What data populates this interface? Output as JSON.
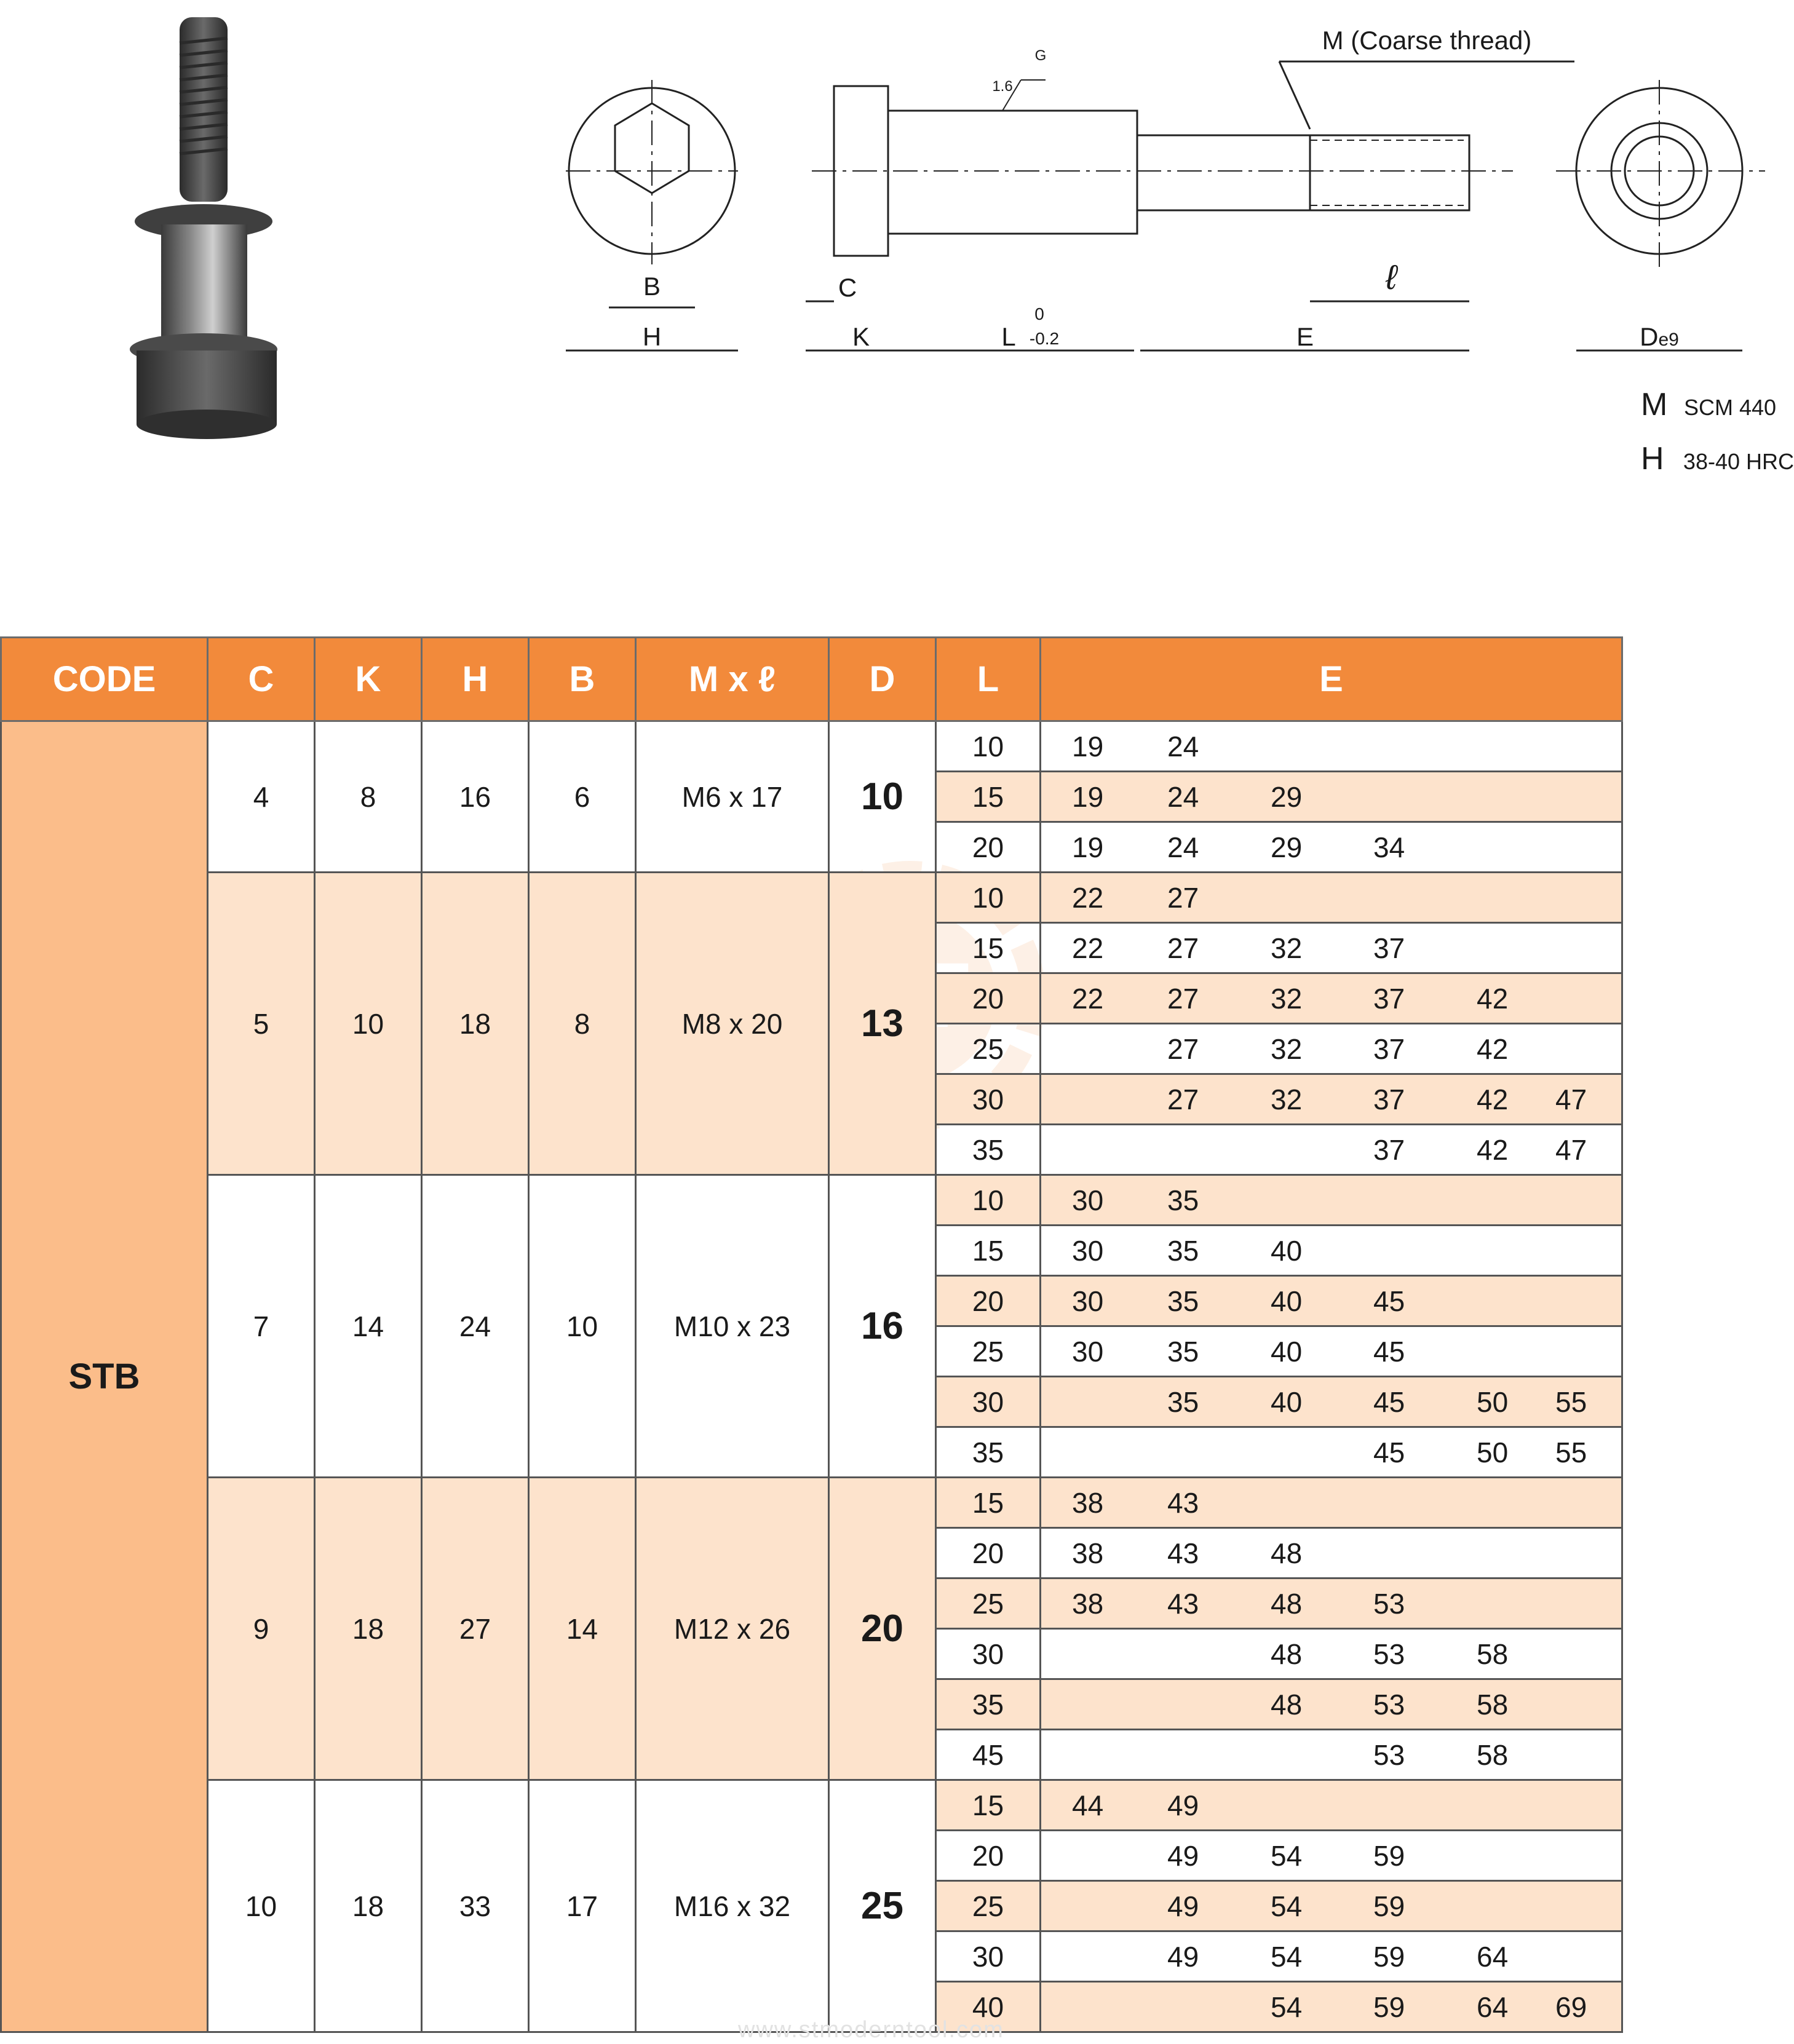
{
  "drawing": {
    "labels": {
      "thread_note": "M (Coarse thread)",
      "roughness_value": "1.6",
      "roughness_symbol": "G",
      "dim_B": "B",
      "dim_H": "H",
      "dim_C": "C",
      "dim_K": "K",
      "dim_L": "L",
      "tol_upper": "0",
      "tol_lower": "-0.2",
      "dim_E": "E",
      "dim_l": "ℓ",
      "dim_D": "D",
      "dim_D_sub": "e9"
    }
  },
  "material": [
    {
      "key": "M",
      "value": "SCM  440"
    },
    {
      "key": "H",
      "value": "38-40  HRC"
    }
  ],
  "table": {
    "headers": [
      "CODE",
      "C",
      "K",
      "H",
      "B",
      "M x ℓ",
      "D",
      "L",
      "E"
    ],
    "code": "STB",
    "groups": [
      {
        "C": "4",
        "K": "8",
        "H": "16",
        "B": "6",
        "M": "M6  x  17",
        "D": "10",
        "rows": [
          {
            "L": "10",
            "E": [
              "19",
              "24",
              "",
              "",
              "",
              ""
            ]
          },
          {
            "L": "15",
            "E": [
              "19",
              "24",
              "29",
              "",
              "",
              ""
            ]
          },
          {
            "L": "20",
            "E": [
              "19",
              "24",
              "29",
              "34",
              "",
              ""
            ]
          }
        ]
      },
      {
        "C": "5",
        "K": "10",
        "H": "18",
        "B": "8",
        "M": "M8  x  20",
        "D": "13",
        "rows": [
          {
            "L": "10",
            "E": [
              "22",
              "27",
              "",
              "",
              "",
              ""
            ]
          },
          {
            "L": "15",
            "E": [
              "22",
              "27",
              "32",
              "37",
              "",
              ""
            ]
          },
          {
            "L": "20",
            "E": [
              "22",
              "27",
              "32",
              "37",
              "42",
              ""
            ]
          },
          {
            "L": "25",
            "E": [
              "",
              "27",
              "32",
              "37",
              "42",
              ""
            ]
          },
          {
            "L": "30",
            "E": [
              "",
              "27",
              "32",
              "37",
              "42",
              "47"
            ]
          },
          {
            "L": "35",
            "E": [
              "",
              "",
              "",
              "37",
              "42",
              "47"
            ]
          }
        ]
      },
      {
        "C": "7",
        "K": "14",
        "H": "24",
        "B": "10",
        "M": "M10  x  23",
        "D": "16",
        "rows": [
          {
            "L": "10",
            "E": [
              "30",
              "35",
              "",
              "",
              "",
              ""
            ]
          },
          {
            "L": "15",
            "E": [
              "30",
              "35",
              "40",
              "",
              "",
              ""
            ]
          },
          {
            "L": "20",
            "E": [
              "30",
              "35",
              "40",
              "45",
              "",
              ""
            ]
          },
          {
            "L": "25",
            "E": [
              "30",
              "35",
              "40",
              "45",
              "",
              ""
            ]
          },
          {
            "L": "30",
            "E": [
              "",
              "35",
              "40",
              "45",
              "50",
              "55"
            ]
          },
          {
            "L": "35",
            "E": [
              "",
              "",
              "",
              "45",
              "50",
              "55"
            ]
          }
        ]
      },
      {
        "C": "9",
        "K": "18",
        "H": "27",
        "B": "14",
        "M": "M12  x  26",
        "D": "20",
        "rows": [
          {
            "L": "15",
            "E": [
              "38",
              "43",
              "",
              "",
              "",
              ""
            ]
          },
          {
            "L": "20",
            "E": [
              "38",
              "43",
              "48",
              "",
              "",
              ""
            ]
          },
          {
            "L": "25",
            "E": [
              "38",
              "43",
              "48",
              "53",
              "",
              ""
            ]
          },
          {
            "L": "30",
            "E": [
              "",
              "",
              "48",
              "53",
              "58",
              ""
            ]
          },
          {
            "L": "35",
            "E": [
              "",
              "",
              "48",
              "53",
              "58",
              ""
            ]
          },
          {
            "L": "45",
            "E": [
              "",
              "",
              "",
              "53",
              "58",
              ""
            ]
          }
        ]
      },
      {
        "C": "10",
        "K": "18",
        "H": "33",
        "B": "17",
        "M": "M16  x  32",
        "D": "25",
        "rows": [
          {
            "L": "15",
            "E": [
              "44",
              "49",
              "",
              "",
              "",
              ""
            ]
          },
          {
            "L": "20",
            "E": [
              "",
              "49",
              "54",
              "59",
              "",
              ""
            ]
          },
          {
            "L": "25",
            "E": [
              "",
              "49",
              "54",
              "59",
              "",
              ""
            ]
          },
          {
            "L": "30",
            "E": [
              "",
              "49",
              "54",
              "59",
              "64",
              ""
            ]
          },
          {
            "L": "40",
            "E": [
              "",
              "",
              "54",
              "59",
              "64",
              "69"
            ]
          }
        ]
      }
    ]
  },
  "watermark": {
    "logo_text": "ST",
    "url": "www.stmoderntool.com"
  }
}
